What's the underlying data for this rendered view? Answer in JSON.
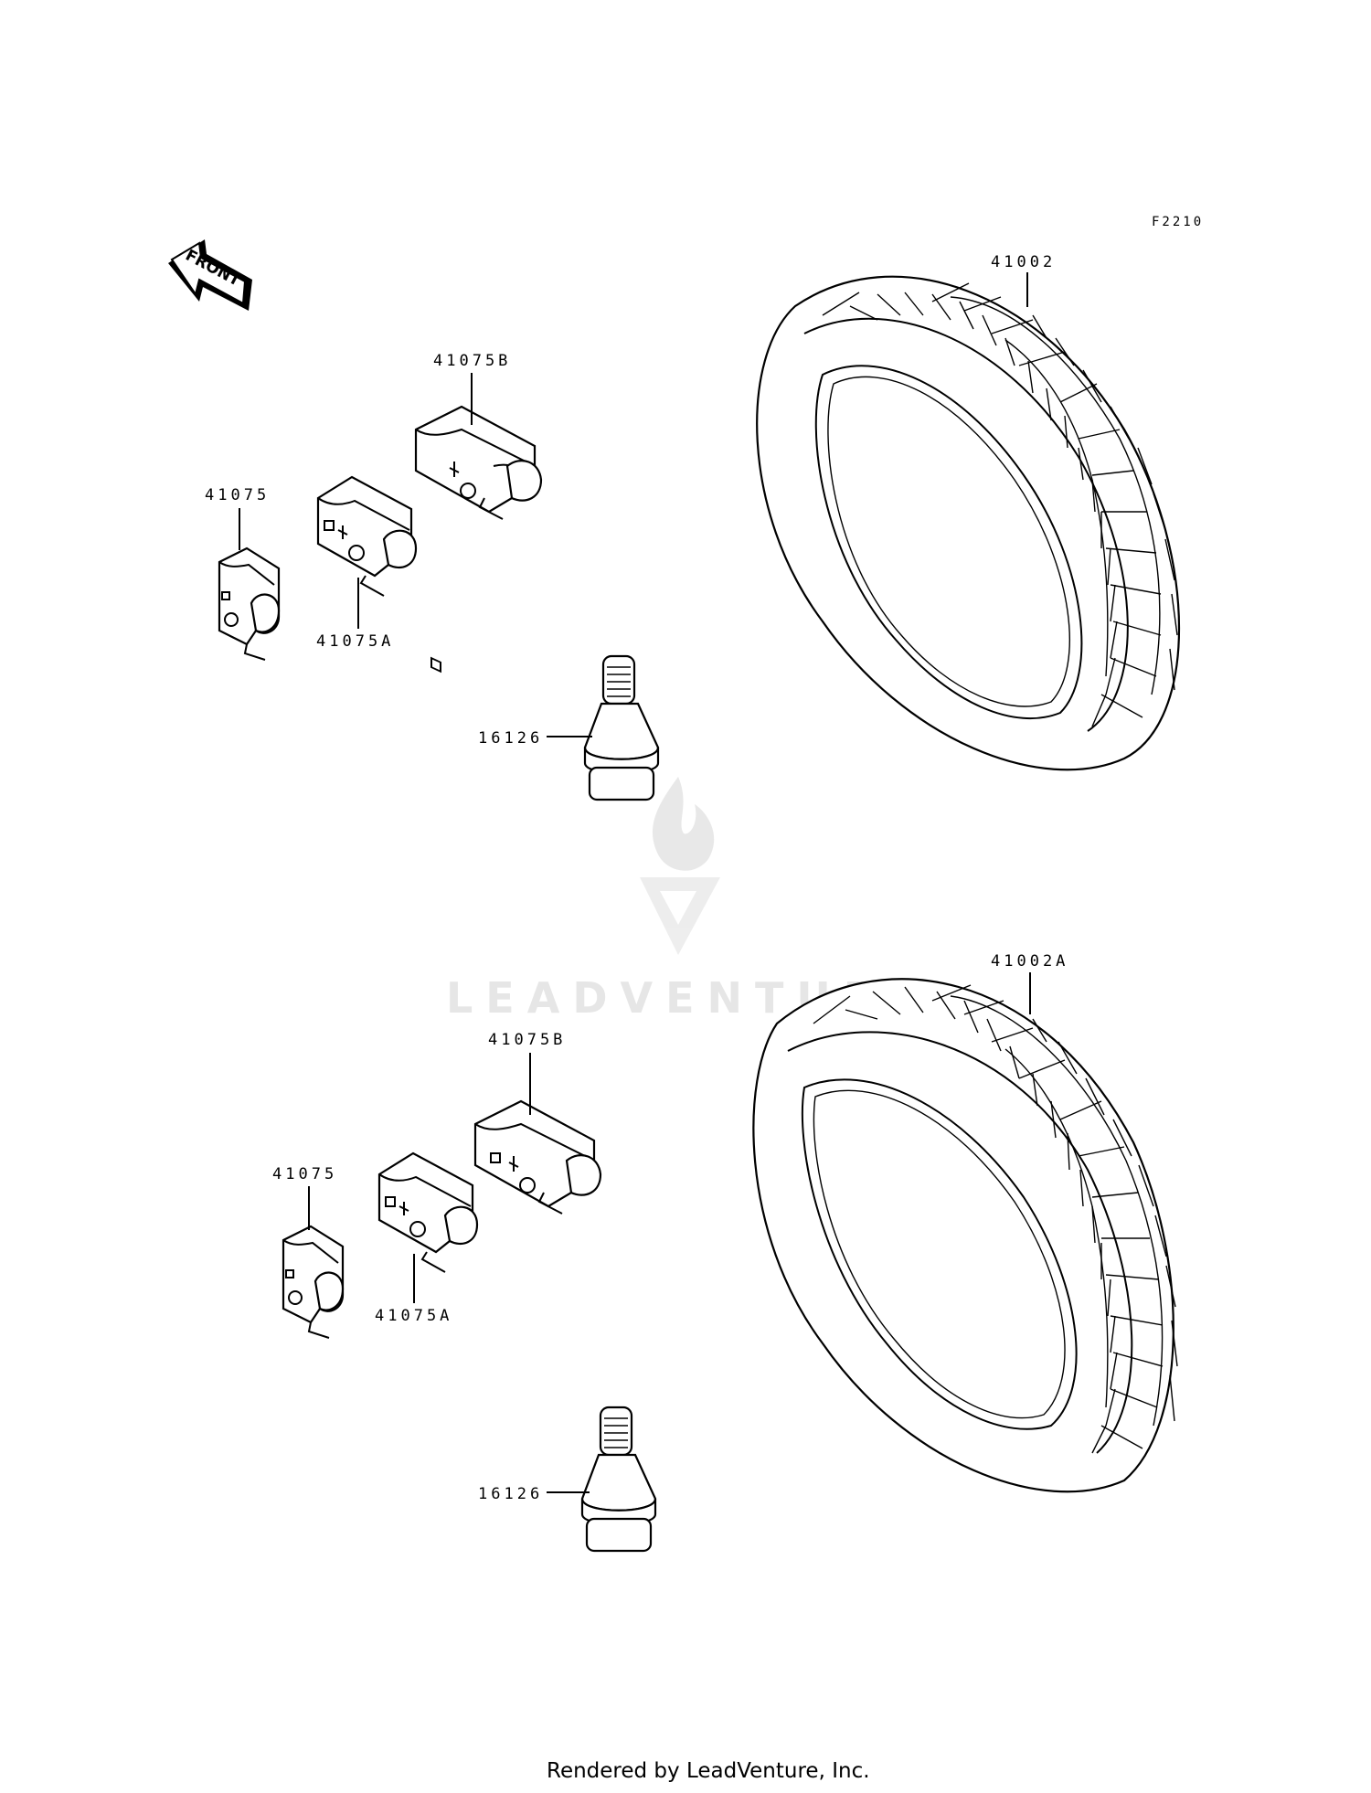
{
  "diagram_code": "F2210",
  "front_arrow_label": "FRONT",
  "watermark": {
    "brand": "LEADVENTURE"
  },
  "groups": [
    {
      "tire_label": "41002",
      "weight_b_label": "41075B",
      "weight_label": "41075",
      "weight_a_label": "41075A",
      "valve_label": "16126"
    },
    {
      "tire_label": "41002A",
      "weight_b_label": "41075B",
      "weight_label": "41075",
      "weight_a_label": "41075A",
      "valve_label": "16126"
    }
  ],
  "footer": "Rendered by LeadVenture, Inc.",
  "colors": {
    "line": "#000000",
    "background": "#ffffff",
    "watermark": "#e6e6e6"
  }
}
